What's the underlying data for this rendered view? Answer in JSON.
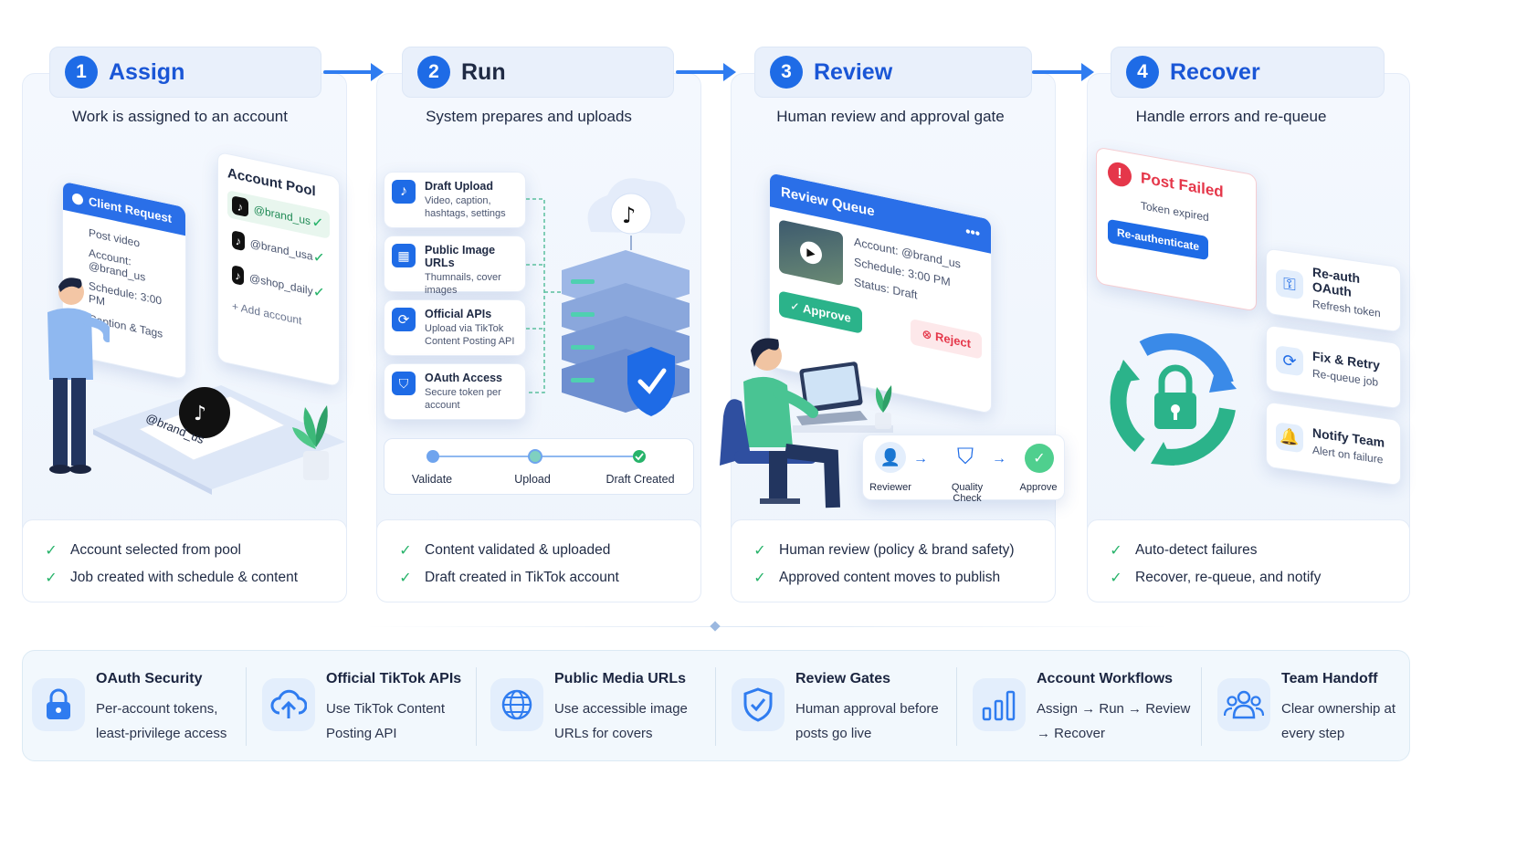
{
  "stages": [
    {
      "num": "1",
      "title": "Assign",
      "subtitle": "Work is assigned to an account",
      "checks": [
        "Account selected from pool",
        "Job created with schedule & content"
      ]
    },
    {
      "num": "2",
      "title": "Run",
      "subtitle": "System prepares and uploads",
      "checks": [
        "Content validated & uploaded",
        "Draft created in TikTok account"
      ]
    },
    {
      "num": "3",
      "title": "Review",
      "subtitle": "Human review and approval gate",
      "checks": [
        "Human review (policy & brand safety)",
        "Approved content moves to publish"
      ]
    },
    {
      "num": "4",
      "title": "Recover",
      "subtitle": "Handle errors and re-queue",
      "checks": [
        "Auto-detect failures",
        "Recover, re-queue, and notify"
      ]
    }
  ],
  "assign": {
    "client_request": {
      "title": "Client Request",
      "items": [
        "Post video",
        "Account: @brand_us",
        "Schedule: 3:00 PM",
        "Caption & Tags"
      ]
    },
    "account_pool": {
      "title": "Account Pool",
      "accounts": [
        "@brand_us",
        "@brand_usa",
        "@shop_daily"
      ],
      "add": "+ Add account"
    },
    "device_label": "@brand_us"
  },
  "run": {
    "items": [
      {
        "title": "Draft Upload",
        "desc": "Video, caption, hashtags, settings"
      },
      {
        "title": "Public Image URLs",
        "desc": "Thumnails, cover images"
      },
      {
        "title": "Official APIs",
        "desc": "Upload via TikTok Content Posting API"
      },
      {
        "title": "OAuth Access",
        "desc": "Secure token per account"
      }
    ],
    "pipeline": [
      "Validate",
      "Upload",
      "Draft Created"
    ]
  },
  "review": {
    "queue_title": "Review Queue",
    "details": [
      "Account: @brand_us",
      "Schedule: 3:00 PM",
      "Status: Draft"
    ],
    "approve": "Approve",
    "reject": "Reject",
    "flow": [
      "Reviewer",
      "Quality Check",
      "Approve"
    ]
  },
  "recover": {
    "alert_title": "Post Failed",
    "alert_desc": "Token expired",
    "alert_button": "Re-authenticate",
    "actions": [
      {
        "title": "Re-auth OAuth",
        "desc": "Refresh token"
      },
      {
        "title": "Fix & Retry",
        "desc": "Re-queue job"
      },
      {
        "title": "Notify Team",
        "desc": "Alert on failure"
      }
    ]
  },
  "features": [
    {
      "title": "OAuth Security",
      "desc": "Per-account tokens, least-privilege access",
      "icon": "lock-icon"
    },
    {
      "title": "Official TikTok APIs",
      "desc": "Use TikTok Content Posting API",
      "icon": "cloud-upload-icon"
    },
    {
      "title": "Public Media URLs",
      "desc": "Use accessible image URLs for covers",
      "icon": "globe-icon"
    },
    {
      "title": "Review Gates",
      "desc": "Human approval before posts go live",
      "icon": "shield-check-icon"
    },
    {
      "title": "Account Workflows",
      "desc": "Assign → Run → Review → Recover",
      "icon": "bar-chart-icon"
    },
    {
      "title": "Team Handoff",
      "desc": "Clear ownership at every step",
      "icon": "team-icon"
    }
  ],
  "colors": {
    "primary": "#1e6be6",
    "success": "#27b36a",
    "danger": "#e5374a",
    "teal": "#2bb38a"
  }
}
